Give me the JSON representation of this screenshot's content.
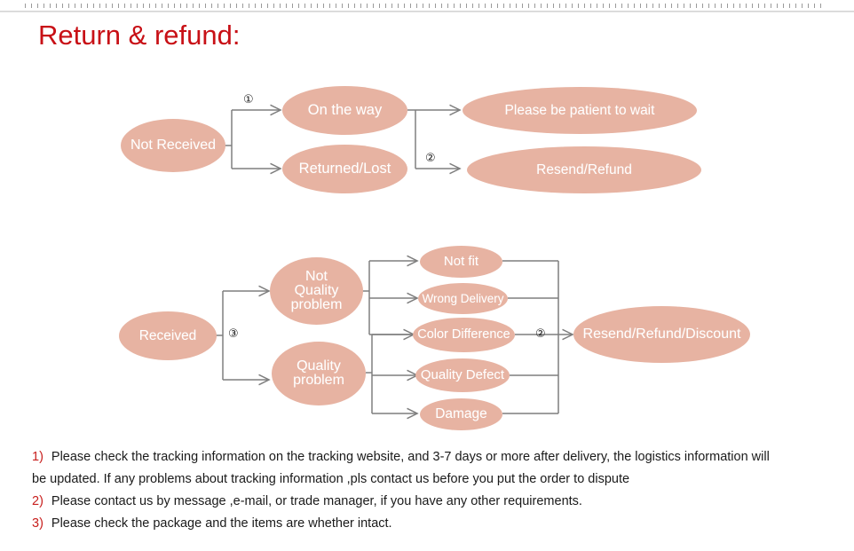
{
  "page": {
    "title": "Return & refund:",
    "title_color": "#c81016",
    "node_fill": "#e7b3a2",
    "connector_color": "#7f7f7f",
    "background": "#ffffff"
  },
  "ruler": {
    "icon": "ruler-tick-strip"
  },
  "flow_not_received": {
    "name": "not-received-flow",
    "source": {
      "label": "Not Received"
    },
    "step_markers": [
      {
        "id": "marker-1",
        "glyph": "①"
      },
      {
        "id": "marker-2",
        "glyph": "②"
      }
    ],
    "middle": [
      {
        "label": "On the way"
      },
      {
        "label": "Returned/Lost"
      }
    ],
    "outcomes": [
      {
        "label": "Please be patient to wait"
      },
      {
        "label": "Resend/Refund"
      }
    ]
  },
  "flow_received": {
    "name": "received-flow",
    "source": {
      "label": "Received"
    },
    "step_markers": [
      {
        "id": "marker-3",
        "glyph": "③"
      },
      {
        "id": "marker-2b",
        "glyph": "②"
      }
    ],
    "categories": [
      {
        "label": "Not\nQuality\nproblem"
      },
      {
        "label": "Quality\nproblem"
      }
    ],
    "reasons": [
      {
        "label": "Not fit"
      },
      {
        "label": "Wrong Delivery"
      },
      {
        "label": "Color Difference"
      },
      {
        "label": "Quality Defect"
      },
      {
        "label": "Damage"
      }
    ],
    "outcome": {
      "label": "Resend/Refund/Discount"
    }
  },
  "notes": [
    {
      "num": "1)",
      "text": "Please check the tracking information on the tracking website, and 3-7 days or more after delivery, the logistics information will",
      "cont": "be updated. If any problems about tracking information ,pls contact us before you put the order to dispute"
    },
    {
      "num": "2)",
      "text": "Please contact us by message ,e-mail, or trade manager, if you have any other requirements.",
      "cont": ""
    },
    {
      "num": "3)",
      "text": "Please check the package and the items are whether intact.",
      "cont": ""
    }
  ]
}
